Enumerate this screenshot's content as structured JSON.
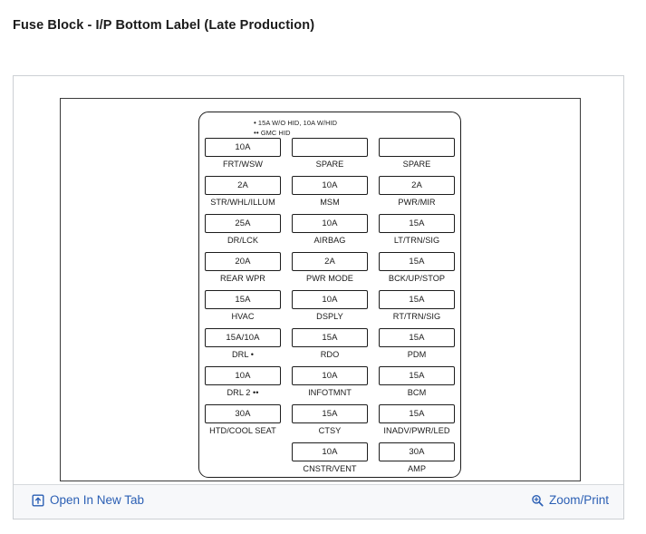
{
  "page": {
    "title": "Fuse Block - I/P Bottom Label (Late Production)"
  },
  "diagram": {
    "legend": [
      {
        "marker": "•",
        "text": "15A W/O HID, 10A W/HID"
      },
      {
        "marker": "••",
        "text": "GMC HID"
      }
    ],
    "columns": [
      {
        "name": "column-1",
        "cells": [
          {
            "amp": "10A",
            "label": "FRT/WSW"
          },
          {
            "amp": "2A",
            "label": "STR/WHL/ILLUM"
          },
          {
            "amp": "25A",
            "label": "DR/LCK"
          },
          {
            "amp": "20A",
            "label": "REAR WPR"
          },
          {
            "amp": "15A",
            "label": "HVAC"
          },
          {
            "amp": "15A/10A",
            "label": "DRL •"
          },
          {
            "amp": "10A",
            "label": "DRL 2 ••"
          },
          {
            "amp": "30A",
            "label": "HTD/COOL SEAT"
          }
        ]
      },
      {
        "name": "column-2",
        "cells": [
          {
            "amp": "",
            "label": "SPARE"
          },
          {
            "amp": "10A",
            "label": "MSM"
          },
          {
            "amp": "10A",
            "label": "AIRBAG"
          },
          {
            "amp": "2A",
            "label": "PWR MODE"
          },
          {
            "amp": "10A",
            "label": "DSPLY"
          },
          {
            "amp": "15A",
            "label": "RDO"
          },
          {
            "amp": "10A",
            "label": "INFOTMNT"
          },
          {
            "amp": "15A",
            "label": "CTSY"
          },
          {
            "amp": "10A",
            "label": "CNSTR/VENT"
          }
        ]
      },
      {
        "name": "column-3",
        "cells": [
          {
            "amp": "",
            "label": "SPARE"
          },
          {
            "amp": "2A",
            "label": "PWR/MIR"
          },
          {
            "amp": "15A",
            "label": "LT/TRN/SIG"
          },
          {
            "amp": "15A",
            "label": "BCK/UP/STOP"
          },
          {
            "amp": "15A",
            "label": "RT/TRN/SIG"
          },
          {
            "amp": "15A",
            "label": "PDM"
          },
          {
            "amp": "15A",
            "label": "BCM"
          },
          {
            "amp": "15A",
            "label": "INADV/PWR/LED"
          },
          {
            "amp": "30A",
            "label": "AMP"
          }
        ]
      }
    ]
  },
  "footer": {
    "open_new_tab": {
      "label": "Open In New Tab",
      "icon": "external-link-icon"
    },
    "zoom_print": {
      "label": "Zoom/Print",
      "icon": "magnifier-plus-icon"
    }
  },
  "colors": {
    "link": "#2b5fb4",
    "title": "#1b1b1b",
    "diagram_stroke": "#1d1d1d",
    "panel_border": "#ccd0d4",
    "footer_bg": "#f7f8fa"
  }
}
